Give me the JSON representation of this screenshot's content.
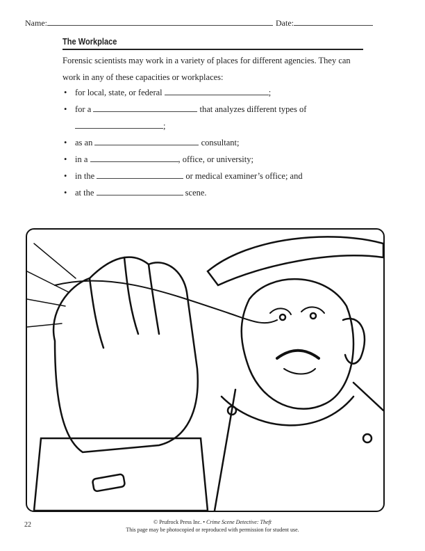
{
  "header": {
    "name_label": "Name:",
    "date_label": "Date:"
  },
  "section": {
    "title": "The Workplace",
    "intro_line1": "Forensic scientists may work in a variety of places for different agencies. They can",
    "intro_line2": "work in any of these capacities or workplaces:"
  },
  "bullets": [
    {
      "before": "for local, state, or federal",
      "after": ";"
    },
    {
      "before": "for a",
      "after": "that analyzes different types of"
    },
    {
      "before": "",
      "after": ";"
    },
    {
      "before": "as an",
      "after": "consultant;"
    },
    {
      "before": "in a",
      "after": ", office, or university;"
    },
    {
      "before": "in the",
      "after": "or medical examiner’s office; and"
    },
    {
      "before": "at the",
      "after": "scene."
    }
  ],
  "bullet_char": "•",
  "footer": {
    "page_number": "22",
    "copyright": "© Prufrock Press Inc. •",
    "book_title": "Crime Scene Detective: Theft",
    "permission": "This page may be photocopied or reproduced with permission for student use."
  }
}
